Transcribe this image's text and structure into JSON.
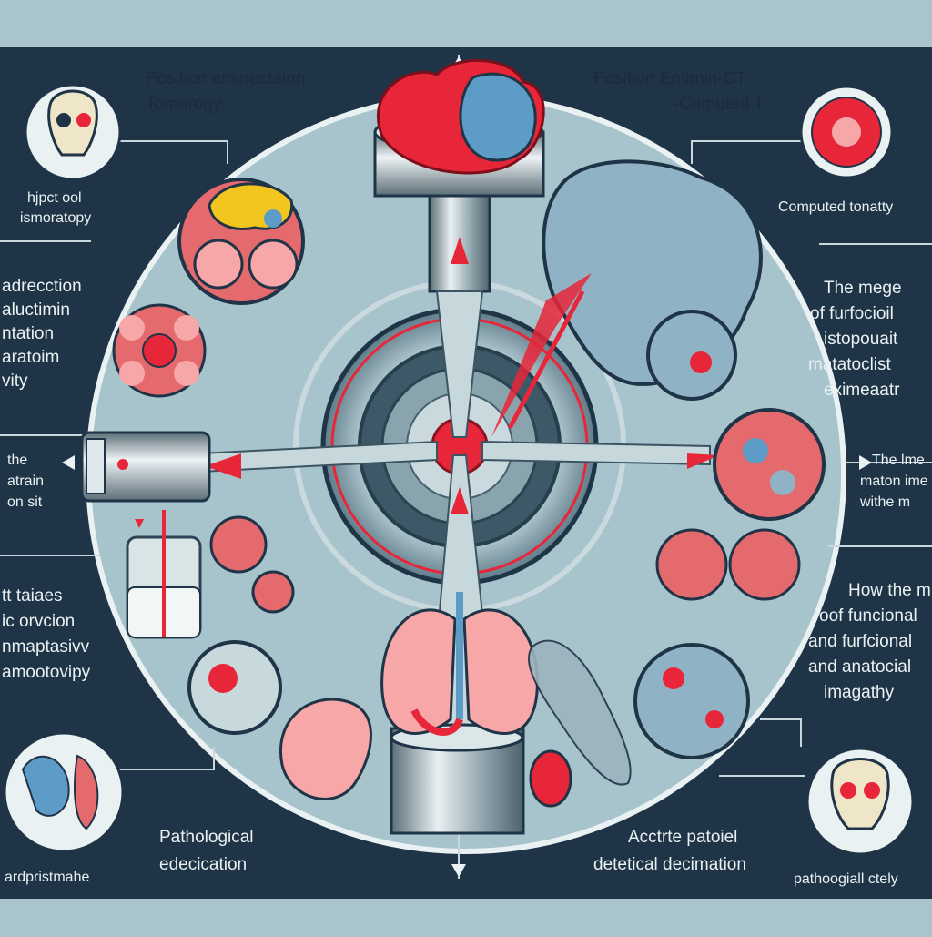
{
  "labels": {
    "top_left": [
      "Position eminectaion",
      "Tomarogy"
    ],
    "top_right": [
      "Position Emimin-CT",
      "-Comuted T"
    ],
    "left_upper": [
      "hjpct ool",
      "ismoratopy"
    ],
    "right_upper": "Computed tonatty",
    "left_middle": [
      "adrecction",
      "aluctimin",
      "ntation",
      "aratoim",
      "vity"
    ],
    "right_middle": [
      "The mege",
      "of furfocioil",
      "istopouait",
      "matatoclist",
      "eximeaatr"
    ],
    "left_lower": [
      "the",
      "atrain",
      "on sit"
    ],
    "right_lower": [
      "The lme",
      "maton ime",
      "withe m"
    ],
    "left_bottom": [
      "tt taiaes",
      "ic orvcion",
      "nmaptasivv",
      "amootovipy"
    ],
    "right_bottom": [
      "How the m",
      "oof funcional",
      "and furfcional",
      "and anatocial",
      "imagathy"
    ],
    "bottom_left_small": "ardpristmahe",
    "bottom_center_left": [
      "Pathological",
      "edecication"
    ],
    "bottom_center_right": [
      "Acctrte patoiel",
      "detetical decimation"
    ],
    "bottom_right_small": "pathoogiall ctely"
  },
  "colors": {
    "background": "#a9c4cb",
    "panel": "#1f3446",
    "circle": "#a7c3cc",
    "accent_red": "#e8263a",
    "tissue_pink": "#e46a6e",
    "brain_blue": "#8fb3c4"
  },
  "icons": [
    "skull-icon",
    "tissue-cell-icon",
    "brain-icon",
    "lungs-icon",
    "vial-icon",
    "syringe-icon"
  ]
}
